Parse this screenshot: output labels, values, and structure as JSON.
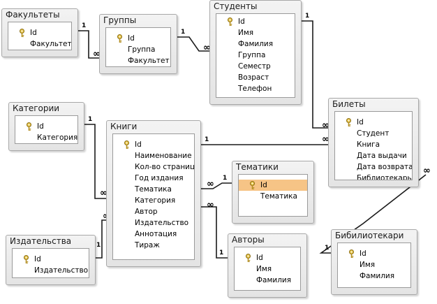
{
  "tables": {
    "fakultety": {
      "title": "Факультеты",
      "fields": [
        "Id",
        "Факультет"
      ]
    },
    "gruppy": {
      "title": "Группы",
      "fields": [
        "Id",
        "Группа",
        "Факультет"
      ]
    },
    "studenty": {
      "title": "Студенты",
      "fields": [
        "Id",
        "Имя",
        "Фамилия",
        "Группа",
        "Семестр",
        "Возраст",
        "Телефон"
      ]
    },
    "kategorii": {
      "title": "Категории",
      "fields": [
        "Id",
        "Категория"
      ]
    },
    "knigi": {
      "title": "Книги",
      "fields": [
        "Id",
        "Наименование",
        "Кол-во страниц",
        "Год издания",
        "Тематика",
        "Категория",
        "Автор",
        "Издательство",
        "Аннотация",
        "Тираж"
      ]
    },
    "tematiki": {
      "title": "Тематики",
      "fields": [
        "Id",
        "Тематика"
      ]
    },
    "bilety": {
      "title": "Билеты",
      "fields": [
        "Id",
        "Студент",
        "Книга",
        "Дата выдачи",
        "Дата возврата",
        "Библиотекарь"
      ]
    },
    "izdatelstva": {
      "title": "Издательства",
      "fields": [
        "Id",
        "Издательство"
      ]
    },
    "avtory": {
      "title": "Авторы",
      "fields": [
        "Id",
        "Имя",
        "Фамилия"
      ]
    },
    "bibliotekari": {
      "title": "Бибилиотекари",
      "fields": [
        "Id",
        "Имя",
        "Фамилия"
      ]
    }
  },
  "relationship_labels": {
    "one": "1",
    "many": "∞"
  },
  "primary_key_icon": "key-icon",
  "selected_field_color": "#f6c486"
}
